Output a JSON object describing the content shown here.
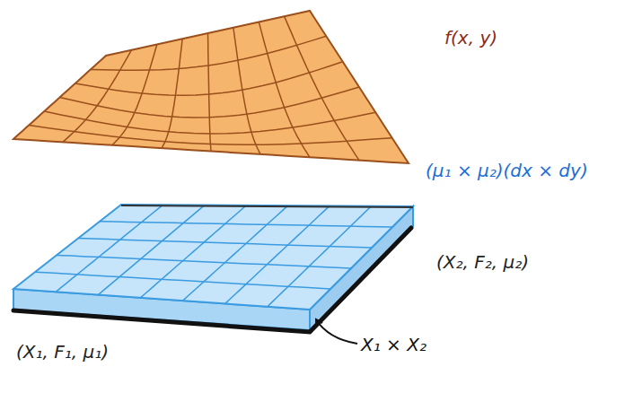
{
  "diagram": {
    "labels": [
      "f(x, y)",
      "(μ₁ × μ₂)(dx × dy)",
      "(X₂, F₂, μ₂)",
      "(X₁, F₁, μ₁)",
      "X₁ × X₂"
    ]
  }
}
